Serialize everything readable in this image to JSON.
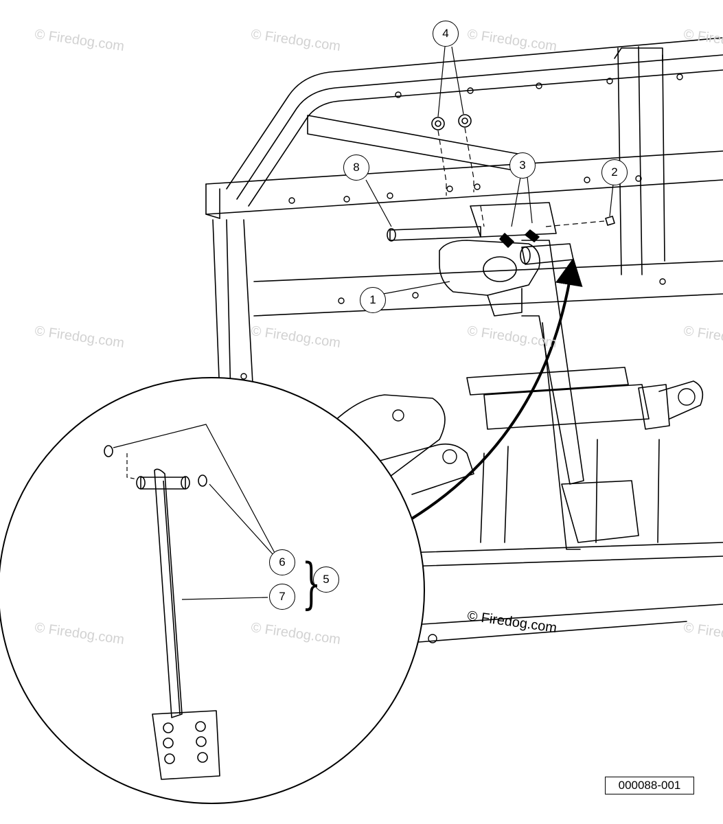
{
  "watermark_text": "© Firedog.com",
  "center_watermark_text": "© Firedog.com",
  "figure_id": "000088-001",
  "callouts": {
    "c1": "1",
    "c2": "2",
    "c3": "3",
    "c4": "4",
    "c5": "5",
    "c6": "6",
    "c7": "7",
    "c8": "8"
  },
  "colors": {
    "line": "#000000",
    "watermark": "#d2d2d2",
    "background": "#ffffff"
  }
}
